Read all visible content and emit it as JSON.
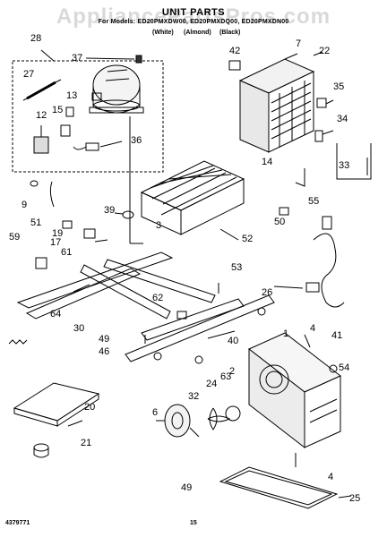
{
  "header": {
    "watermark": "AppliancePartsPros.com",
    "title": "UNIT PARTS",
    "models": "For Models: ED20PMXDW00, ED20PMXDQ00, ED20PMXDN00",
    "color_white": "(White)",
    "color_almond": "(Almond)",
    "color_black": "(Black)"
  },
  "callouts": [
    "28",
    "37",
    "42",
    "7",
    "22",
    "27",
    "13",
    "15",
    "12",
    "36",
    "35",
    "34",
    "14",
    "33",
    "9",
    "39",
    "55",
    "51",
    "50",
    "19",
    "17",
    "59",
    "61",
    "3",
    "52",
    "53",
    "62",
    "26",
    "64",
    "30",
    "4",
    "41",
    "54",
    "49",
    "46",
    "40",
    "63",
    "2",
    "24",
    "32",
    "6",
    "20",
    "21",
    "49",
    "4",
    "25",
    "1"
  ],
  "footer": {
    "doc_number": "4379771",
    "page_number": "15"
  }
}
